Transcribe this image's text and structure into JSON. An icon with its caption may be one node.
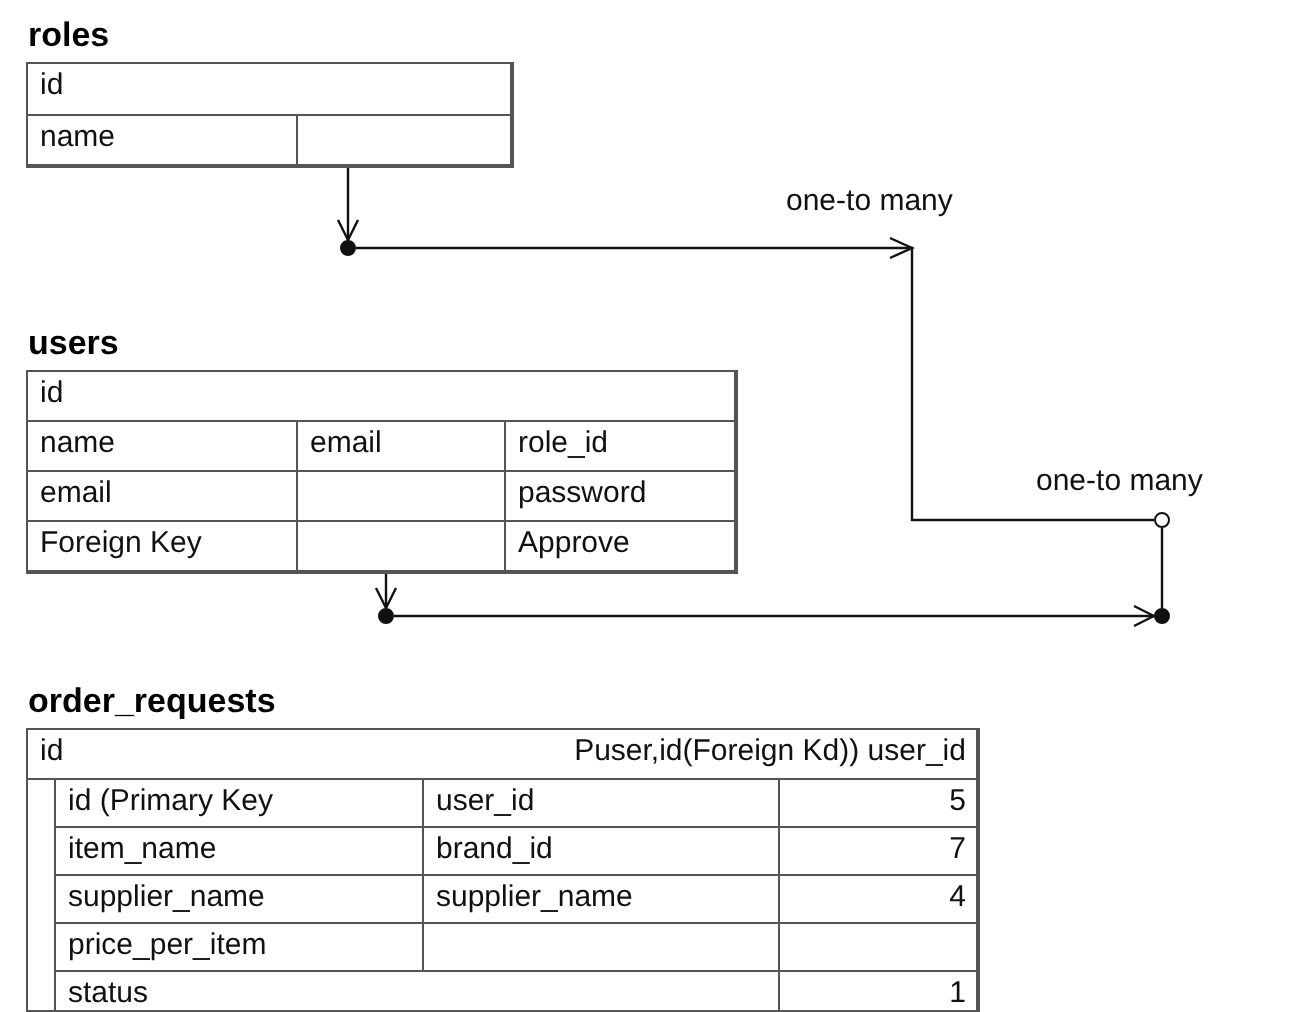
{
  "diagram": {
    "nodes": [
      {
        "text": [
          "roles",
          "id",
          "name"
        ]
      },
      {
        "text": [],
        "shape": "circle"
      },
      {
        "text": [
          "users",
          "id",
          "name",
          "email",
          "role_id",
          "email",
          "password",
          "Foreign Key",
          "Approve"
        ]
      },
      {
        "text": [],
        "shape": "circle"
      },
      {
        "text": [],
        "shape": "circle"
      },
      {
        "text": [],
        "shape": "circle"
      },
      {
        "text": [
          "order_requests",
          "id",
          "Puser,id(Foreign Kd)) user_id",
          "id (Primary Key",
          "user_id",
          "5",
          "item_name",
          "brand_id",
          "7",
          "supplier_name",
          "supplier_name",
          "4",
          "price_per_item",
          "status",
          "1"
        ]
      }
    ],
    "edges": [
      {
        "from": 0,
        "to": 1,
        "arrow": "to"
      },
      {
        "from": 1,
        "to": 3,
        "arrow": "to"
      },
      {
        "from": 2,
        "to": 4,
        "arrow": "to"
      },
      {
        "from": 4,
        "to": 5,
        "arrow": "to"
      },
      {
        "from": 3,
        "to": 5,
        "arrow": "none"
      }
    ],
    "labels": [
      "one-to many",
      "one-to many"
    ]
  }
}
